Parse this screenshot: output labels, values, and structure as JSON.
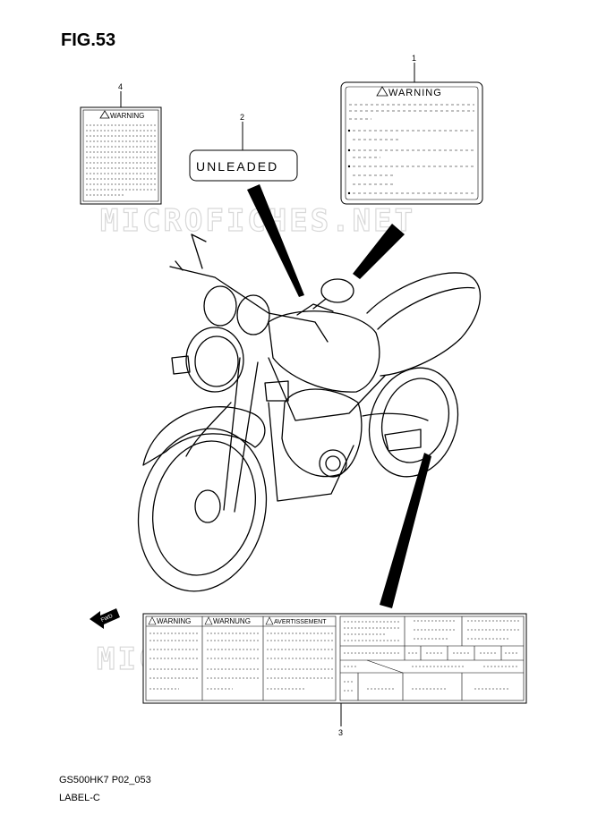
{
  "figure_title": "FIG.53",
  "footer": {
    "code": "GS500HK7 P02_053",
    "name": "LABEL-C"
  },
  "watermark": "MICROFICHES.NET",
  "callouts": [
    "1",
    "2",
    "3",
    "4"
  ],
  "labels": {
    "warning": "WARNING",
    "warnung": "WARNUNG",
    "avertissement": "AVERTISSEMENT",
    "unleaded": "UNLEADED",
    "fwd": "FWD"
  }
}
